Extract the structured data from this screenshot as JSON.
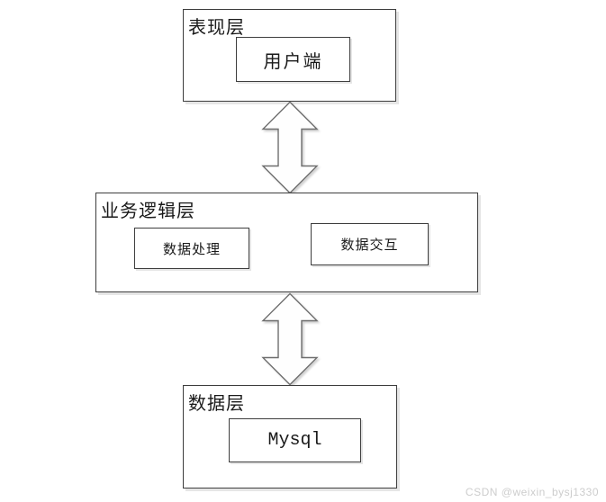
{
  "diagram": {
    "layers": [
      {
        "label": "表现层",
        "children": [
          {
            "label": "用户端"
          }
        ]
      },
      {
        "label": "业务逻辑层",
        "children": [
          {
            "label": "数据处理"
          },
          {
            "label": "数据交互"
          }
        ]
      },
      {
        "label": "数据层",
        "children": [
          {
            "label": "Mysql"
          }
        ]
      }
    ],
    "connectors": [
      {
        "type": "double-headed-vertical-arrow",
        "from": "表现层",
        "to": "业务逻辑层"
      },
      {
        "type": "double-headed-vertical-arrow",
        "from": "业务逻辑层",
        "to": "数据层"
      }
    ]
  },
  "watermark": {
    "text": "CSDN @weixin_bysj1330"
  },
  "colors": {
    "background": "#ffffff",
    "box_border": "#3d3d3d",
    "box_fill": "#ffffff",
    "box_shadow": "#e6e6e6",
    "arrow_fill": "#fefefe",
    "arrow_stroke": "#6e6e6e",
    "text": "#1a1a1a",
    "watermark_text": "#cdcdcd"
  }
}
